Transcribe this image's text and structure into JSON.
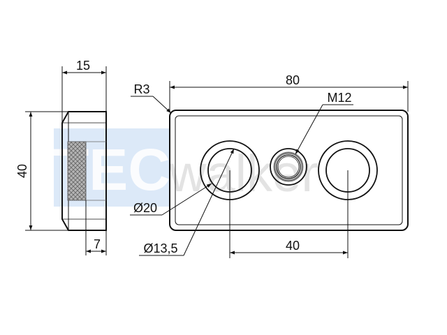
{
  "side_view": {
    "width_dim": "15",
    "height_dim": "40",
    "thread_depth_dim": "7"
  },
  "front_view": {
    "length_dim": "80",
    "corner_radius_dim": "R3",
    "thread_dim": "M12",
    "outer_bore_dim": "Ø20",
    "inner_bore_dim": "Ø13,5",
    "hole_spacing_dim": "40"
  },
  "watermark": {
    "block_text": "TEC",
    "script_text": "walker"
  },
  "colors": {
    "line": "#111111",
    "watermark_block": "#dce9f8",
    "watermark_text": "#e3e3e3",
    "thread_fill": "#b5b5b5"
  }
}
